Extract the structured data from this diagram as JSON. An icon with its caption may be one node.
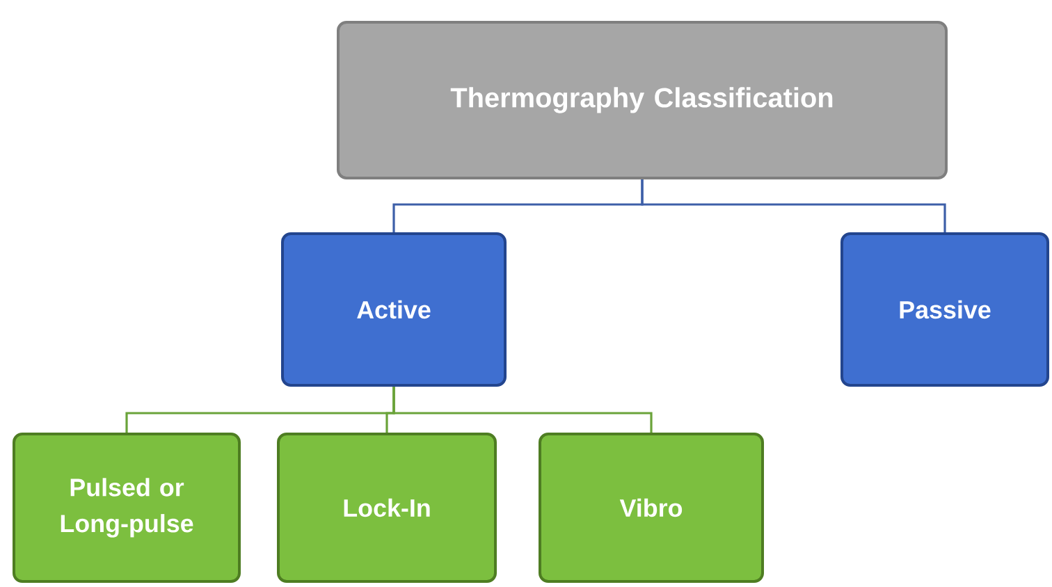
{
  "diagram": {
    "nodes": [
      {
        "text": [
          "Thermography Classification"
        ]
      },
      {
        "text": [
          "Active"
        ]
      },
      {
        "text": [
          "Passive"
        ]
      },
      {
        "text": [
          "Pulsed or Long-pulse"
        ]
      },
      {
        "text": [
          "Lock-In"
        ]
      },
      {
        "text": [
          "Vibro"
        ]
      }
    ],
    "edges": [
      {
        "from": 0,
        "to": 1,
        "arrow": "none",
        "color": "#3d5fa8"
      },
      {
        "from": 0,
        "to": 2,
        "arrow": "none",
        "color": "#3d5fa8"
      },
      {
        "from": 1,
        "to": 3,
        "arrow": "none"
      },
      {
        "from": 1,
        "to": 4,
        "arrow": "none"
      },
      {
        "from": 1,
        "to": 5,
        "arrow": "none"
      }
    ]
  }
}
